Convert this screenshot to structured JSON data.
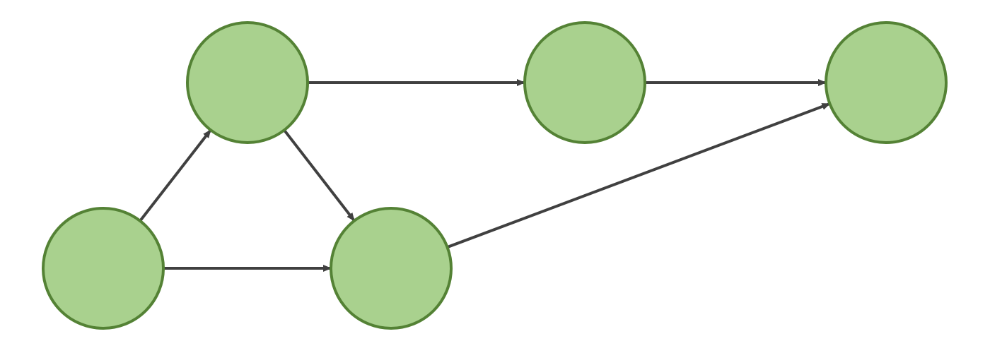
{
  "diagram": {
    "type": "directed-graph",
    "node_count": 5,
    "edge_count": 6,
    "colors": {
      "node_fill": "#a9d18e",
      "node_stroke": "#548235",
      "edge": "#404040"
    },
    "nodes": [
      {
        "id": "n1",
        "label": ""
      },
      {
        "id": "n2",
        "label": ""
      },
      {
        "id": "n3",
        "label": ""
      },
      {
        "id": "n4",
        "label": ""
      },
      {
        "id": "n5",
        "label": ""
      }
    ],
    "edges": [
      {
        "from": "n1",
        "to": "n2"
      },
      {
        "from": "n1",
        "to": "n4"
      },
      {
        "from": "n2",
        "to": "n3"
      },
      {
        "from": "n2",
        "to": "n4"
      },
      {
        "from": "n3",
        "to": "n5"
      },
      {
        "from": "n4",
        "to": "n5"
      }
    ]
  }
}
